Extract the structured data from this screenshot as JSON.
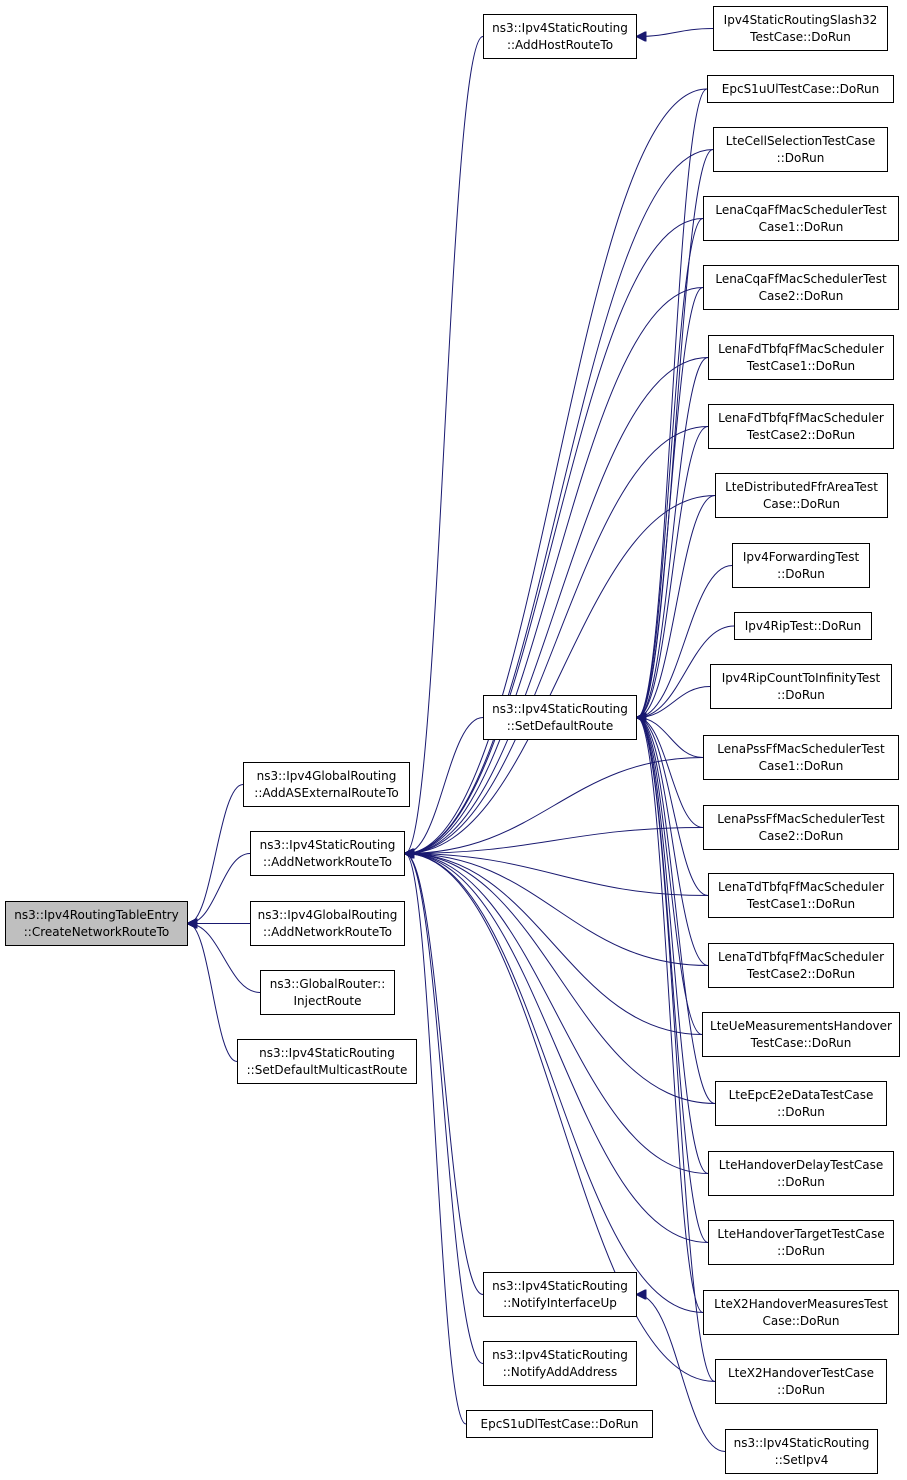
{
  "diagram": {
    "edge_color": "#191970",
    "root_fill": "#bfbfbf",
    "nodes": {
      "root": [
        "ns3::Ipv4RoutingTableEntry",
        "::CreateNetworkRouteTo"
      ],
      "asext": [
        "ns3::Ipv4GlobalRouting",
        "::AddASExternalRouteTo"
      ],
      "addnet": [
        "ns3::Ipv4StaticRouting",
        "::AddNetworkRouteTo"
      ],
      "gaddnet": [
        "ns3::Ipv4GlobalRouting",
        "::AddNetworkRouteTo"
      ],
      "inject": [
        "ns3::GlobalRouter::",
        "InjectRoute"
      ],
      "setdmc": [
        "ns3::Ipv4StaticRouting",
        "::SetDefaultMulticastRoute"
      ],
      "addhost": [
        "ns3::Ipv4StaticRouting",
        "::AddHostRouteTo"
      ],
      "setdef": [
        "ns3::Ipv4StaticRouting",
        "::SetDefaultRoute"
      ],
      "notifyup": [
        "ns3::Ipv4StaticRouting",
        "::NotifyInterfaceUp"
      ],
      "notifyadd": [
        "ns3::Ipv4StaticRouting",
        "::NotifyAddAddress"
      ],
      "epcdl": [
        "EpcS1uDlTestCase::DoRun"
      ],
      "slash32": [
        "Ipv4StaticRoutingSlash32",
        "TestCase::DoRun"
      ],
      "epcul": [
        "EpcS1uUlTestCase::DoRun"
      ],
      "cellsel": [
        "LteCellSelectionTestCase",
        "::DoRun"
      ],
      "cqa1": [
        "LenaCqaFfMacSchedulerTest",
        "Case1::DoRun"
      ],
      "cqa2": [
        "LenaCqaFfMacSchedulerTest",
        "Case2::DoRun"
      ],
      "fdtb1": [
        "LenaFdTbfqFfMacScheduler",
        "TestCase1::DoRun"
      ],
      "fdtb2": [
        "LenaFdTbfqFfMacScheduler",
        "TestCase2::DoRun"
      ],
      "distffr": [
        "LteDistributedFfrAreaTest",
        "Case::DoRun"
      ],
      "fwd": [
        "Ipv4ForwardingTest",
        "::DoRun"
      ],
      "rip": [
        "Ipv4RipTest::DoRun"
      ],
      "ripinf": [
        "Ipv4RipCountToInfinityTest",
        "::DoRun"
      ],
      "pss1": [
        "LenaPssFfMacSchedulerTest",
        "Case1::DoRun"
      ],
      "pss2": [
        "LenaPssFfMacSchedulerTest",
        "Case2::DoRun"
      ],
      "tdtb1": [
        "LenaTdTbfqFfMacScheduler",
        "TestCase1::DoRun"
      ],
      "tdtb2": [
        "LenaTdTbfqFfMacScheduler",
        "TestCase2::DoRun"
      ],
      "uemeas": [
        "LteUeMeasurementsHandover",
        "TestCase::DoRun"
      ],
      "e2e": [
        "LteEpcE2eDataTestCase",
        "::DoRun"
      ],
      "hodelay": [
        "LteHandoverDelayTestCase",
        "::DoRun"
      ],
      "hotarget": [
        "LteHandoverTargetTestCase",
        "::DoRun"
      ],
      "x2meas": [
        "LteX2HandoverMeasuresTest",
        "Case::DoRun"
      ],
      "x2ho": [
        "LteX2HandoverTestCase",
        "::DoRun"
      ],
      "setipv4": [
        "ns3::Ipv4StaticRouting",
        "::SetIpv4"
      ]
    },
    "edges": [
      [
        "asext",
        "root"
      ],
      [
        "addnet",
        "root"
      ],
      [
        "gaddnet",
        "root"
      ],
      [
        "inject",
        "root"
      ],
      [
        "setdmc",
        "root"
      ],
      [
        "addhost",
        "addnet"
      ],
      [
        "setdef",
        "addnet"
      ],
      [
        "notifyup",
        "addnet"
      ],
      [
        "notifyadd",
        "addnet"
      ],
      [
        "epcdl",
        "addnet"
      ],
      [
        "epcul",
        "addnet"
      ],
      [
        "cellsel",
        "addnet"
      ],
      [
        "cqa1",
        "addnet"
      ],
      [
        "cqa2",
        "addnet"
      ],
      [
        "fdtb1",
        "addnet"
      ],
      [
        "fdtb2",
        "addnet"
      ],
      [
        "distffr",
        "addnet"
      ],
      [
        "pss1",
        "addnet"
      ],
      [
        "pss2",
        "addnet"
      ],
      [
        "tdtb1",
        "addnet"
      ],
      [
        "tdtb2",
        "addnet"
      ],
      [
        "uemeas",
        "addnet"
      ],
      [
        "e2e",
        "addnet"
      ],
      [
        "hodelay",
        "addnet"
      ],
      [
        "hotarget",
        "addnet"
      ],
      [
        "x2meas",
        "addnet"
      ],
      [
        "x2ho",
        "addnet"
      ],
      [
        "slash32",
        "addhost"
      ],
      [
        "epcul",
        "setdef"
      ],
      [
        "cellsel",
        "setdef"
      ],
      [
        "cqa1",
        "setdef"
      ],
      [
        "cqa2",
        "setdef"
      ],
      [
        "fdtb1",
        "setdef"
      ],
      [
        "fdtb2",
        "setdef"
      ],
      [
        "distffr",
        "setdef"
      ],
      [
        "fwd",
        "setdef"
      ],
      [
        "rip",
        "setdef"
      ],
      [
        "ripinf",
        "setdef"
      ],
      [
        "pss1",
        "setdef"
      ],
      [
        "pss2",
        "setdef"
      ],
      [
        "tdtb1",
        "setdef"
      ],
      [
        "tdtb2",
        "setdef"
      ],
      [
        "uemeas",
        "setdef"
      ],
      [
        "e2e",
        "setdef"
      ],
      [
        "hodelay",
        "setdef"
      ],
      [
        "hotarget",
        "setdef"
      ],
      [
        "x2meas",
        "setdef"
      ],
      [
        "x2ho",
        "setdef"
      ],
      [
        "setipv4",
        "notifyup"
      ]
    ]
  }
}
